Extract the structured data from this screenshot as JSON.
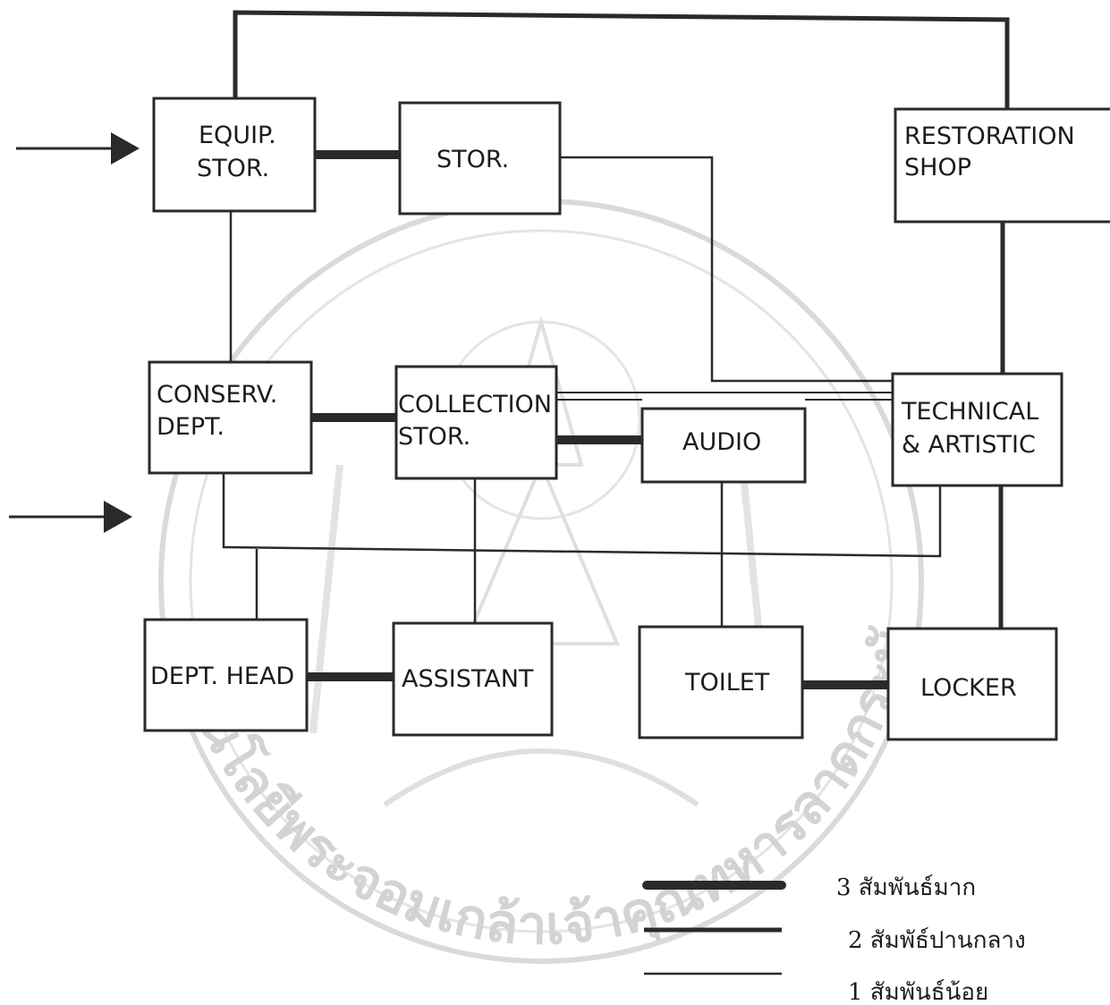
{
  "nodes": {
    "equip_stor": [
      "EQUIP.",
      "STOR."
    ],
    "stor": [
      "STOR."
    ],
    "restoration_shop": [
      "RESTORATION",
      "SHOP"
    ],
    "conserv_dept": [
      "CONSERV.",
      "DEPT."
    ],
    "collection_stor": [
      "COLLECTION",
      "STOR."
    ],
    "audio": [
      "AUDIO"
    ],
    "technical_artistic": [
      "TECHNICAL",
      "& ARTISTIC"
    ],
    "dept_head": [
      "DEPT. HEAD"
    ],
    "assistant": [
      "ASSISTANT"
    ],
    "toilet": [
      "TOILET"
    ],
    "locker": [
      "LOCKER"
    ]
  },
  "legend": [
    {
      "weight": 3,
      "label": "3 สัมพันธ์มาก"
    },
    {
      "weight": 2,
      "label": "2 สัมพัธ์ปานกลาง"
    },
    {
      "weight": 1,
      "label": "1 สัมพันธ์น้อย"
    }
  ],
  "watermark": {
    "text": "เทคโนโลยีพระจอมเกล้าเจ้าคุณทหารลาดกระบัง",
    "icon": "university-seal-watermark"
  },
  "colors": {
    "ink": "#2a2a2a",
    "watermark": "#d0d0d0",
    "background": "#ffffff"
  }
}
